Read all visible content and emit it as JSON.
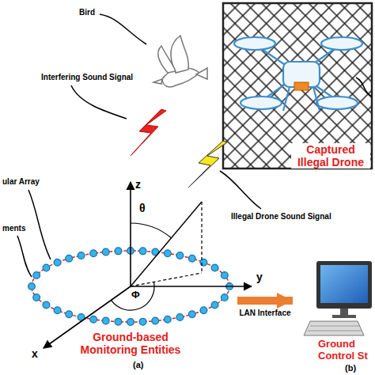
{
  "diagram": {
    "nodes": [
      {
        "text": [
          "Captured Illegal Drone"
        ]
      },
      {
        "text": [
          "Ground-based Monitoring Entities"
        ]
      },
      {
        "text": [
          "Ground Control St"
        ]
      }
    ],
    "edges": [
      {
        "from": 1,
        "to": 2,
        "arrow": "to",
        "label": "LAN Interface"
      }
    ],
    "labels": [
      "Bird",
      "Interfering Sound Signal",
      "Illegal Drone Sound Signal",
      "ular Array",
      "ments",
      "z",
      "θ",
      "y",
      "Φ",
      "x",
      "(a)",
      "(b)"
    ]
  }
}
